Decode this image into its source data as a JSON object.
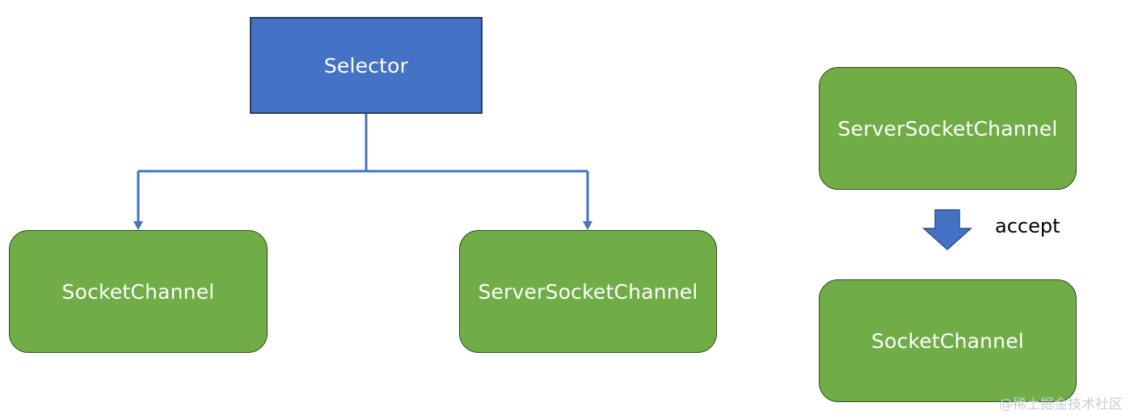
{
  "nodes": {
    "selector": "Selector",
    "socket_channel_left": "SocketChannel",
    "server_socket_channel_mid": "ServerSocketChannel",
    "server_socket_channel_right": "ServerSocketChannel",
    "socket_channel_right": "SocketChannel"
  },
  "edge_label": "accept",
  "watermark": "@稀土掘金技术社区",
  "colors": {
    "selector_fill": "#4472c4",
    "channel_fill": "#70ad47",
    "connector": "#4472c4",
    "text": "#ffffff"
  }
}
